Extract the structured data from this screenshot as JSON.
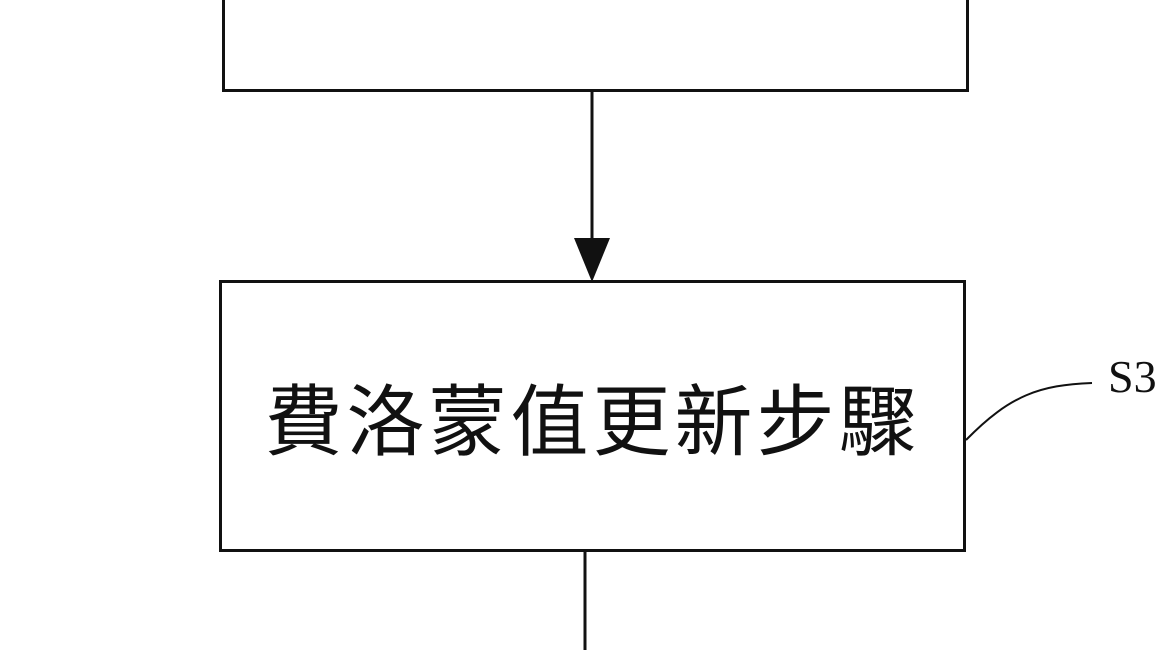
{
  "steps": [
    {
      "id": "previous-step",
      "text": ""
    },
    {
      "id": "S3",
      "text": "費洛蒙值更新步驟",
      "label": "S3"
    }
  ]
}
